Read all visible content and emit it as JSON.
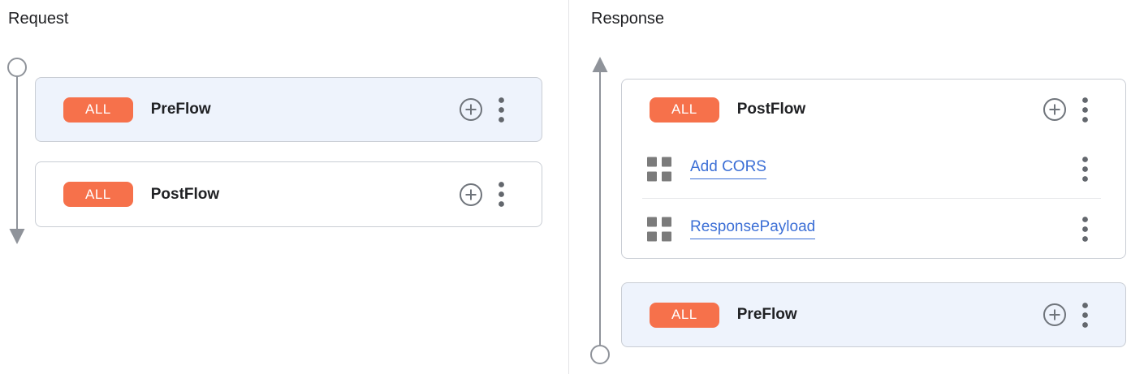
{
  "request_panel": {
    "title": "Request",
    "preflow": {
      "condition": "ALL",
      "name": "PreFlow",
      "selected": true,
      "policies": []
    },
    "postflow": {
      "condition": "ALL",
      "name": "PostFlow",
      "selected": false,
      "policies": []
    }
  },
  "response_panel": {
    "title": "Response",
    "postflow": {
      "condition": "ALL",
      "name": "PostFlow",
      "selected": false,
      "policies": [
        {
          "name": "Add CORS"
        },
        {
          "name": "ResponsePayload"
        }
      ]
    },
    "preflow": {
      "condition": "ALL",
      "name": "PreFlow",
      "selected": true,
      "policies": []
    }
  },
  "icons": {
    "add_step": "plus-circle",
    "flow_menu": "more-vert",
    "policy": "grid-squares",
    "request_rail": "arrow-down-timeline",
    "response_rail": "arrow-up-timeline"
  },
  "colors": {
    "badge-bg": "#f6714b",
    "selected-card-bg": "#eef3fc",
    "card-bg": "#ffffff",
    "card-border": "#c9cdd4",
    "link": "#3c6fd6",
    "rail": "#8f939a",
    "icon-gray": "#6f747b",
    "dots-gray": "#63676d",
    "grid-gray": "#7b7b7b",
    "row-divider": "#e7e8ea",
    "divider": "#e3e4e7",
    "text": "#202124"
  }
}
